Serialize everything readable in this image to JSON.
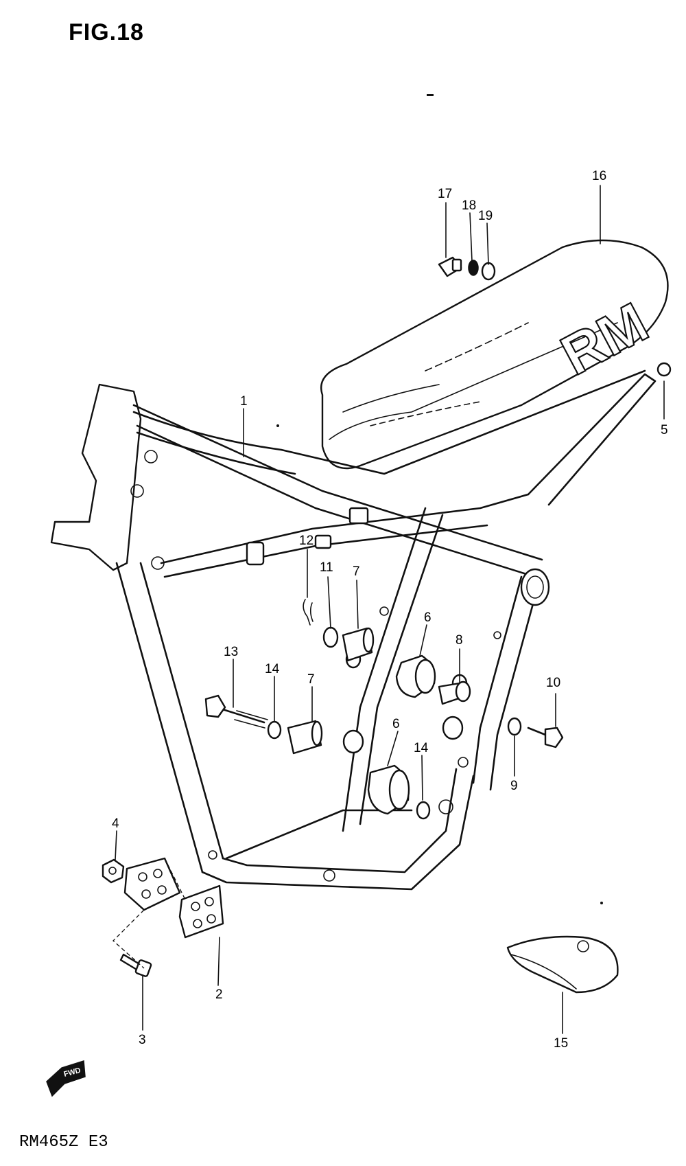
{
  "figure": {
    "title": "FIG.18",
    "model": "RM465Z  E3",
    "seat_logo": "RM",
    "fwd_arrow": "FWD"
  },
  "callouts": [
    {
      "id": "c1",
      "label": "1"
    },
    {
      "id": "c2",
      "label": "2"
    },
    {
      "id": "c3",
      "label": "3"
    },
    {
      "id": "c4",
      "label": "4"
    },
    {
      "id": "c5",
      "label": "5"
    },
    {
      "id": "c6a",
      "label": "6"
    },
    {
      "id": "c6b",
      "label": "6"
    },
    {
      "id": "c7a",
      "label": "7"
    },
    {
      "id": "c7b",
      "label": "7"
    },
    {
      "id": "c8",
      "label": "8"
    },
    {
      "id": "c9",
      "label": "9"
    },
    {
      "id": "c10",
      "label": "10"
    },
    {
      "id": "c11",
      "label": "11"
    },
    {
      "id": "c12",
      "label": "12"
    },
    {
      "id": "c13",
      "label": "13"
    },
    {
      "id": "c14a",
      "label": "14"
    },
    {
      "id": "c14b",
      "label": "14"
    },
    {
      "id": "c15",
      "label": "15"
    },
    {
      "id": "c16",
      "label": "16"
    },
    {
      "id": "c17",
      "label": "17"
    },
    {
      "id": "c18",
      "label": "18"
    },
    {
      "id": "c19",
      "label": "19"
    }
  ]
}
